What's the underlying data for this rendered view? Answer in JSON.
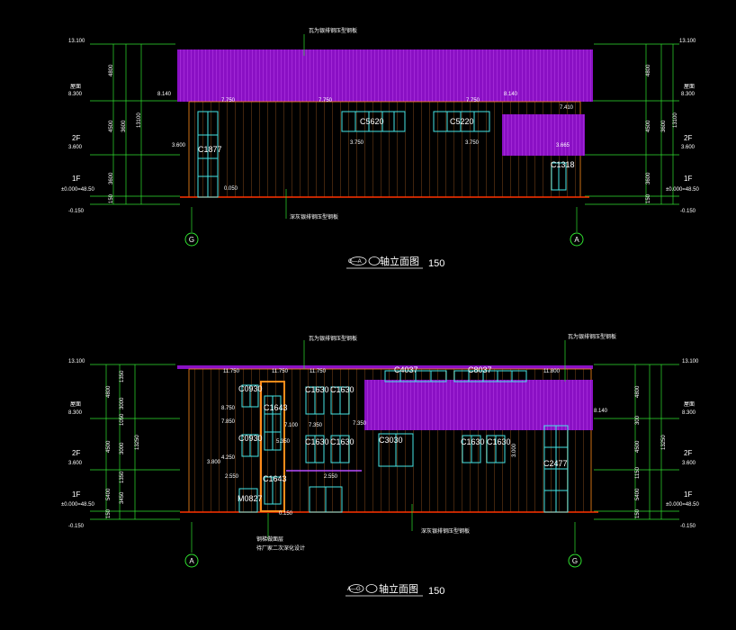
{
  "drawing": {
    "elev1": {
      "title_prefix": "G—A",
      "title": "轴立面图",
      "scale": "150",
      "axis_left": "G",
      "axis_right": "A",
      "note_roof": "瓦为银排钢压型钢板",
      "note_wall": "深灰银排钢压型钢板",
      "levels_left": [
        {
          "label": "",
          "value": "13.100"
        },
        {
          "label": "屋面",
          "value": "8.300"
        },
        {
          "label": "2F",
          "value": "3.600"
        },
        {
          "label": "1F",
          "value": "±0.000=48.50"
        },
        {
          "label": "",
          "value": "-0.150"
        }
      ],
      "levels_right": [
        {
          "label": "",
          "value": "13.100"
        },
        {
          "label": "屋面",
          "value": "8.300"
        },
        {
          "label": "2F",
          "value": "3.600"
        },
        {
          "label": "1F",
          "value": "±0.000=48.50"
        },
        {
          "label": "",
          "value": "-0.150"
        }
      ],
      "dims_left": [
        "4800",
        "4500",
        "3600",
        "13100",
        "3600",
        "150"
      ],
      "dims_right": [
        "4800",
        "4500",
        "3600",
        "13100",
        "3600",
        "150"
      ],
      "windows": [
        "C1877",
        "C5620",
        "C5220",
        "C1318"
      ],
      "elevations": [
        "8.140",
        "7.750",
        "7.750",
        "7.750",
        "8.140",
        "7.410",
        "3.600",
        "3.750",
        "3.750",
        "3.665",
        "0.050"
      ]
    },
    "elev2": {
      "title_prefix": "A—G",
      "title": "轴立面图",
      "scale": "150",
      "axis_left": "A",
      "axis_right": "G",
      "note_roof_left": "瓦为银排钢压型钢板",
      "note_roof_right": "瓦为银排钢压型钢板",
      "note_wall": "深灰银排钢压型钢板",
      "note_stair1": "钢梯做面层",
      "note_stair2": "待厂家二次深化设计",
      "levels_left": [
        {
          "label": "",
          "value": "13.100"
        },
        {
          "label": "屋面",
          "value": "8.300"
        },
        {
          "label": "2F",
          "value": "3.600"
        },
        {
          "label": "1F",
          "value": "±0.000=48.50"
        },
        {
          "label": "",
          "value": "-0.150"
        }
      ],
      "levels_right": [
        {
          "label": "",
          "value": "13.100"
        },
        {
          "label": "屋面",
          "value": "8.300"
        },
        {
          "label": "2F",
          "value": "3.600"
        },
        {
          "label": "1F",
          "value": "±0.000=48.50"
        },
        {
          "label": "",
          "value": "-0.150"
        }
      ],
      "dims_left": [
        "1350",
        "4800",
        "3000",
        "1050",
        "13250",
        "4500",
        "3000",
        "1350",
        "3450",
        "5400",
        "150"
      ],
      "dims_right": [
        "4800",
        "300",
        "13250",
        "4500",
        "1150",
        "5400",
        "150"
      ],
      "windows": [
        "C0930",
        "C1643",
        "C1630",
        "C1630",
        "C0930",
        "C1630",
        "C1630",
        "C3030",
        "C1630",
        "C1630",
        "C1643",
        "C4037",
        "C8037",
        "C2477",
        "M0827"
      ],
      "elevations": [
        "11.750",
        "11.750",
        "11.750",
        "11.800",
        "8.750",
        "7.850",
        "7.100",
        "7.350",
        "7.350",
        "4.250",
        "5.350",
        "3.800",
        "2.550",
        "2.550",
        "8.140",
        "3.000",
        "0.150"
      ]
    },
    "colors": {
      "roof": "#9b14d4",
      "outline": "#ff8c1a",
      "grid": "#2fe02f",
      "window": "#46e6e6",
      "leader": "#2fe02f",
      "text": "#ffffff"
    }
  }
}
